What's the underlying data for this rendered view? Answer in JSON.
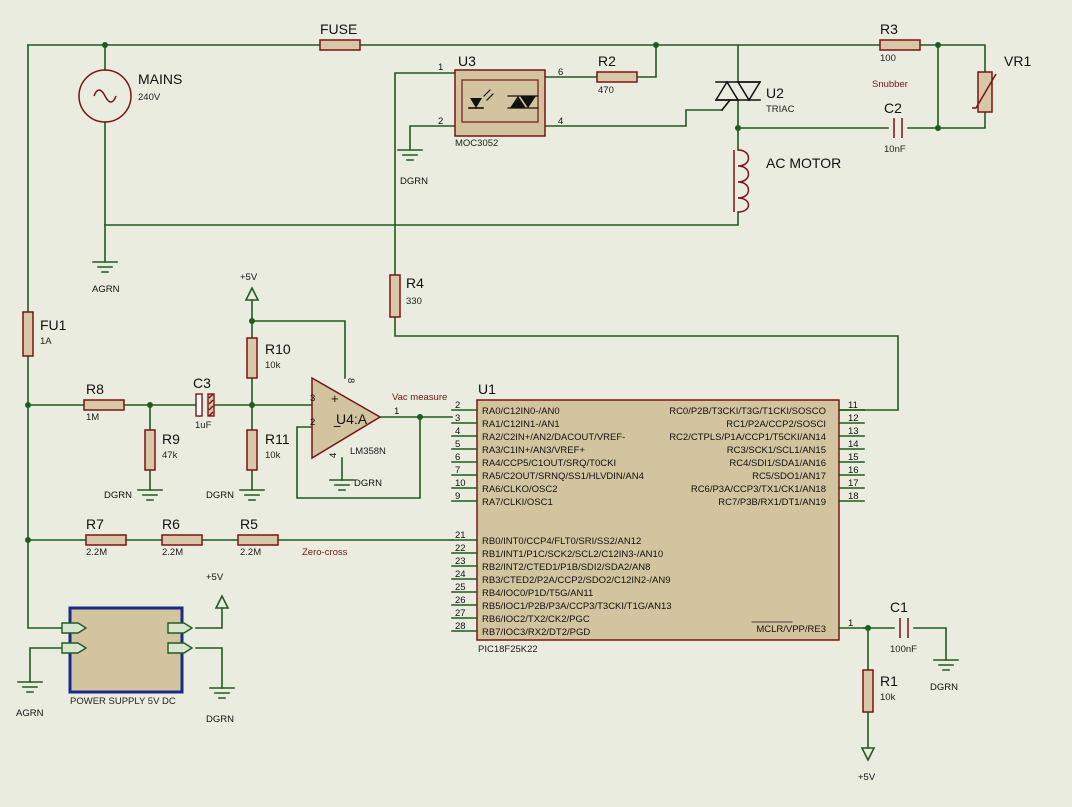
{
  "components": {
    "fuse": {
      "ref": "FUSE"
    },
    "mains": {
      "ref": "MAINS",
      "value": "240V"
    },
    "u3": {
      "ref": "U3",
      "part": "MOC3052",
      "pin1": "1",
      "pin2": "2",
      "pin4": "4",
      "pin6": "6"
    },
    "r2": {
      "ref": "R2",
      "value": "470"
    },
    "r3": {
      "ref": "R3",
      "value": "100"
    },
    "vr1": {
      "ref": "VR1"
    },
    "u2": {
      "ref": "U2",
      "value": "TRIAC"
    },
    "c2": {
      "ref": "C2",
      "value": "10nF"
    },
    "motor": {
      "ref": "AC MOTOR"
    },
    "r4": {
      "ref": "R4",
      "value": "330"
    },
    "fu1": {
      "ref": "FU1",
      "value": "1A"
    },
    "r10": {
      "ref": "R10",
      "value": "10k"
    },
    "r8": {
      "ref": "R8",
      "value": "1M"
    },
    "c3": {
      "ref": "C3",
      "value": "1uF"
    },
    "r9": {
      "ref": "R9",
      "value": "47k"
    },
    "r11": {
      "ref": "R11",
      "value": "10k"
    },
    "u4": {
      "ref": "U4:A",
      "value": "LM358N",
      "pin1": "1",
      "pin2": "2",
      "pin3": "3",
      "pin4": "4",
      "pin8": "8"
    },
    "r7": {
      "ref": "R7",
      "value": "2.2M"
    },
    "r6": {
      "ref": "R6",
      "value": "2.2M"
    },
    "r5": {
      "ref": "R5",
      "value": "2.2M"
    },
    "psu": {
      "label": "POWER SUPPLY 5V DC"
    },
    "c1": {
      "ref": "C1",
      "value": "100nF"
    },
    "r1": {
      "ref": "R1",
      "value": "10k"
    },
    "u1": {
      "ref": "U1",
      "part": "PIC18F25K22"
    }
  },
  "labels": {
    "snubber": "Snubber",
    "vac_measure": "Vac measure",
    "zero_cross": "Zero-cross"
  },
  "power": {
    "agrn": "AGRN",
    "dgrn": "DGRN",
    "plus5v": "+5V"
  },
  "u1_left_pins": [
    {
      "num": "2",
      "name": "RA0/C12IN0-/AN0"
    },
    {
      "num": "3",
      "name": "RA1/C12IN1-/AN1"
    },
    {
      "num": "4",
      "name": "RA2/C2IN+/AN2/DACOUT/VREF-"
    },
    {
      "num": "5",
      "name": "RA3/C1IN+/AN3/VREF+"
    },
    {
      "num": "6",
      "name": "RA4/CCP5/C1OUT/SRQ/T0CKI"
    },
    {
      "num": "7",
      "name": "RA5/C2OUT/SRNQ/SS1/HLVDIN/AN4"
    },
    {
      "num": "10",
      "name": "RA6/CLKO/OSC2"
    },
    {
      "num": "9",
      "name": "RA7/CLKI/OSC1"
    },
    {
      "num": "21",
      "name": "RB0/INT0/CCP4/FLT0/SRI/SS2/AN12"
    },
    {
      "num": "22",
      "name": "RB1/INT1/P1C/SCK2/SCL2/C12IN3-/AN10"
    },
    {
      "num": "23",
      "name": "RB2/INT2/CTED1/P1B/SDI2/SDA2/AN8"
    },
    {
      "num": "24",
      "name": "RB3/CTED2/P2A/CCP2/SDO2/C12IN2-/AN9"
    },
    {
      "num": "25",
      "name": "RB4/IOC0/P1D/T5G/AN11"
    },
    {
      "num": "26",
      "name": "RB5/IOC1/P2B/P3A/CCP3/T3CKI/T1G/AN13"
    },
    {
      "num": "27",
      "name": "RB6/IOC2/TX2/CK2/PGC"
    },
    {
      "num": "28",
      "name": "RB7/IOC3/RX2/DT2/PGD"
    }
  ],
  "u1_right_pins": [
    {
      "num": "11",
      "name": "RC0/P2B/T3CKI/T3G/T1CKI/SOSCO"
    },
    {
      "num": "12",
      "name": "RC1/P2A/CCP2/SOSCI"
    },
    {
      "num": "13",
      "name": "RC2/CTPLS/P1A/CCP1/T5CKI/AN14"
    },
    {
      "num": "14",
      "name": "RC3/SCK1/SCL1/AN15"
    },
    {
      "num": "15",
      "name": "RC4/SDI1/SDA1/AN16"
    },
    {
      "num": "16",
      "name": "RC5/SDO1/AN17"
    },
    {
      "num": "17",
      "name": "RC6/P3A/CCP3/TX1/CK1/AN18"
    },
    {
      "num": "18",
      "name": "RC7/P3B/RX1/DT1/AN19"
    }
  ],
  "u1_mclr": {
    "num": "1",
    "name": "MCLR/VPP/RE3"
  }
}
